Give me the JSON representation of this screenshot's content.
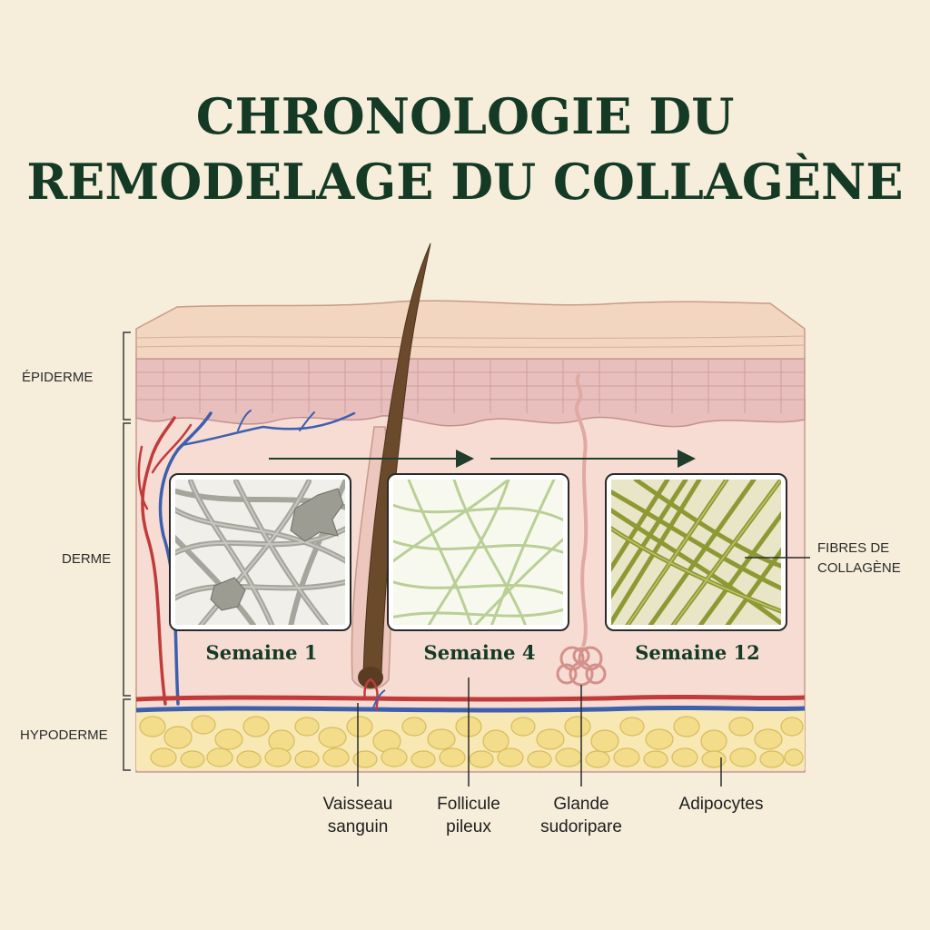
{
  "title": {
    "line1": "CHRONOLOGIE DU",
    "line2": "REMODELAGE DU COLLAGÈNE"
  },
  "layers": {
    "epidermis": "ÉPIDERME",
    "dermis": "DERME",
    "hypodermis": "HYPODERME"
  },
  "stages": [
    {
      "label": "Semaine 1"
    },
    {
      "label": "Semaine 4"
    },
    {
      "label": "Semaine 12"
    }
  ],
  "annotations": {
    "collagen_line1": "FIBRES DE",
    "collagen_line2": "COLLAGÈNE"
  },
  "callouts": {
    "vessel_line1": "Vaisseau",
    "vessel_line2": "sanguin",
    "follicle_line1": "Follicule",
    "follicle_line2": "pileux",
    "gland_line1": "Glande",
    "gland_line2": "sudoripare",
    "adipocytes": "Adipocytes"
  },
  "colors": {
    "background": "#f6eedb",
    "title": "#143a26",
    "artery": "#c23b3b",
    "vein": "#3e5fae",
    "stage1_fiber": "#a5a59c",
    "stage2_fiber": "#b9cf96",
    "stage3_fiber": "#8d9a34",
    "fat": "#f3dd8a"
  }
}
